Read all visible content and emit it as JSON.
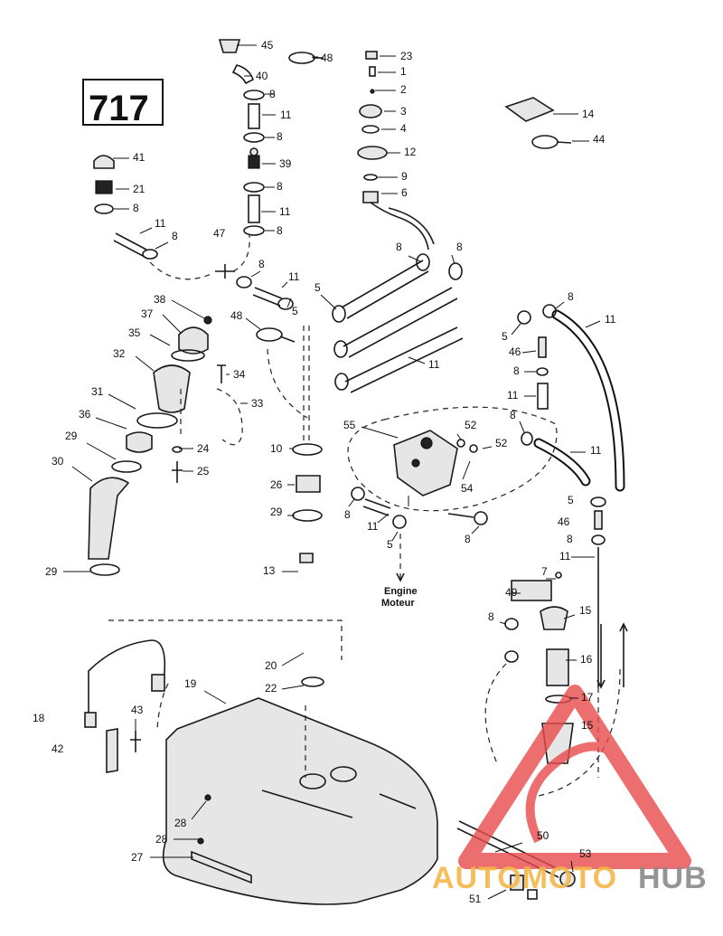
{
  "diagram_number": "717",
  "engine_label": {
    "line1": "Engine",
    "line2": "Moteur"
  },
  "watermark": {
    "part1": "AUTOMOTO",
    "part2": "HUB",
    "color1": "#f5b74a",
    "color2": "#8a8a8a",
    "logo_color": "#e84a4a"
  },
  "callouts": [
    "45",
    "48",
    "23",
    "1",
    "40",
    "8",
    "2",
    "11",
    "3",
    "4",
    "14",
    "44",
    "12",
    "41",
    "39",
    "9",
    "21",
    "6",
    "47",
    "5",
    "38",
    "37",
    "35",
    "34",
    "32",
    "33",
    "31",
    "36",
    "24",
    "29",
    "30",
    "25",
    "10",
    "26",
    "55",
    "52",
    "54",
    "46",
    "7",
    "49",
    "15",
    "16",
    "17",
    "13",
    "20",
    "22",
    "19",
    "18",
    "42",
    "43",
    "28",
    "27",
    "50",
    "53",
    "51"
  ]
}
